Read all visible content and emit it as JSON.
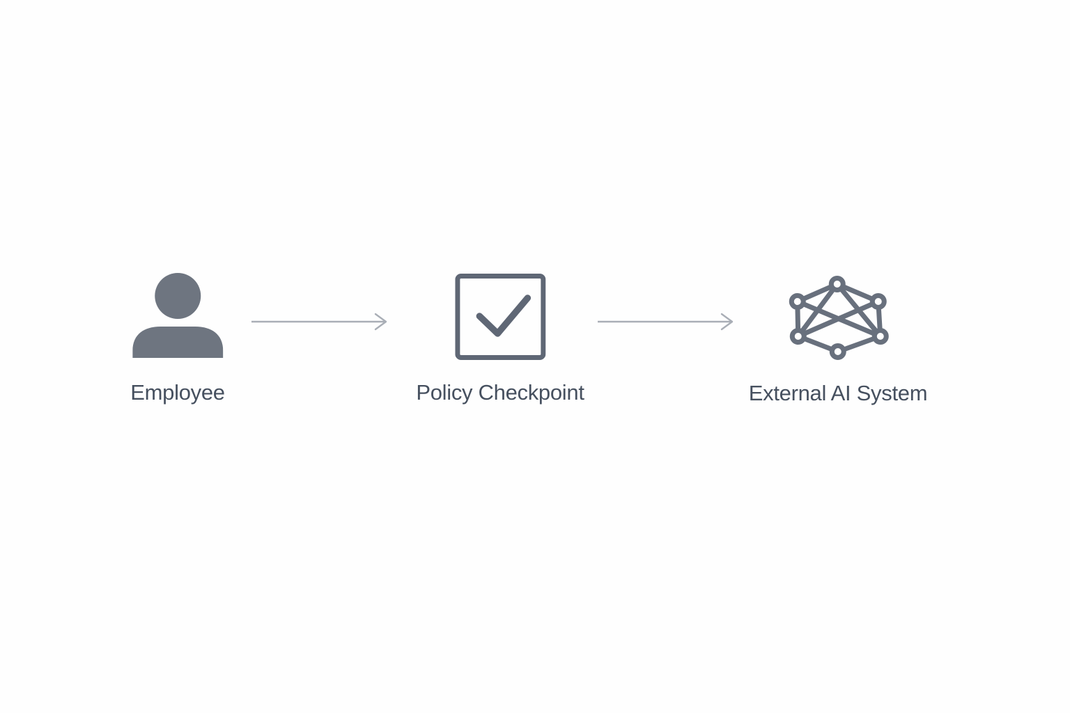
{
  "diagram": {
    "title": "",
    "nodes": [
      {
        "id": "employee",
        "label": "Employee",
        "icon": "person-icon"
      },
      {
        "id": "policy-checkpoint",
        "label": "Policy Checkpoint",
        "icon": "checkbox-check-icon"
      },
      {
        "id": "external-ai-system",
        "label": "External AI System",
        "icon": "neural-network-icon"
      }
    ],
    "connections": [
      {
        "from": "employee",
        "to": "policy-checkpoint",
        "type": "arrow-right"
      },
      {
        "from": "policy-checkpoint",
        "to": "external-ai-system",
        "type": "arrow-right"
      }
    ]
  },
  "colors": {
    "background": "#fefefe",
    "person_icon": "#6e7580",
    "checkbox_icon": "#5f6775",
    "network_icon": "#68707d",
    "label_text": "#46505f",
    "arrow": "#a9aeb6"
  }
}
